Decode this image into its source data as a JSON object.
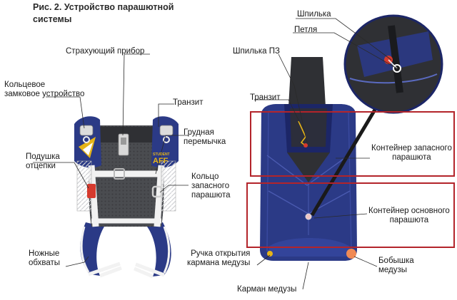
{
  "title": [
    "Рис. 2. Устройство парашютной",
    "системы"
  ],
  "labels": {
    "reserve_pin": "Шпилька",
    "loop": "Петля",
    "pz_pin": "Шпилька ПЗ",
    "aad": "Страхующий прибор",
    "ring_lock": [
      "Кольцевое",
      "замковое устройство"
    ],
    "transit_left": "Транзит",
    "transit_right": "Транзит",
    "chest_strap": [
      "Грудная",
      "перемычка"
    ],
    "cutaway_pad": [
      "Подушка",
      "отцепки"
    ],
    "reserve_ring": [
      "Кольцо",
      "запасного",
      "парашюта"
    ],
    "reserve_container": [
      "Контейнер запасного",
      "парашюта"
    ],
    "main_container": [
      "Контейнер основного",
      "парашюта"
    ],
    "leg_straps": [
      "Ножные",
      "обхваты"
    ],
    "bag_handle": [
      "Ручка открытия",
      "кармана медузы"
    ],
    "pilot_knob": [
      "Бобышка",
      "медузы"
    ],
    "bag_pocket": "Карман медузы",
    "logo_text": "AFF",
    "logo_small": "STUDENT"
  },
  "colors": {
    "navy": "#2b3a86",
    "navy_dark": "#1c2667",
    "harness_grey": "#55575c",
    "harness_dark": "#2f3034",
    "webbing": "#f2f2f2",
    "highlight_box": "#b3242a",
    "accent_yellow": "#e6b418",
    "accent_red": "#d63a2e",
    "knob_orange": "#f08a55",
    "leader_line": "#2a2a2a"
  }
}
